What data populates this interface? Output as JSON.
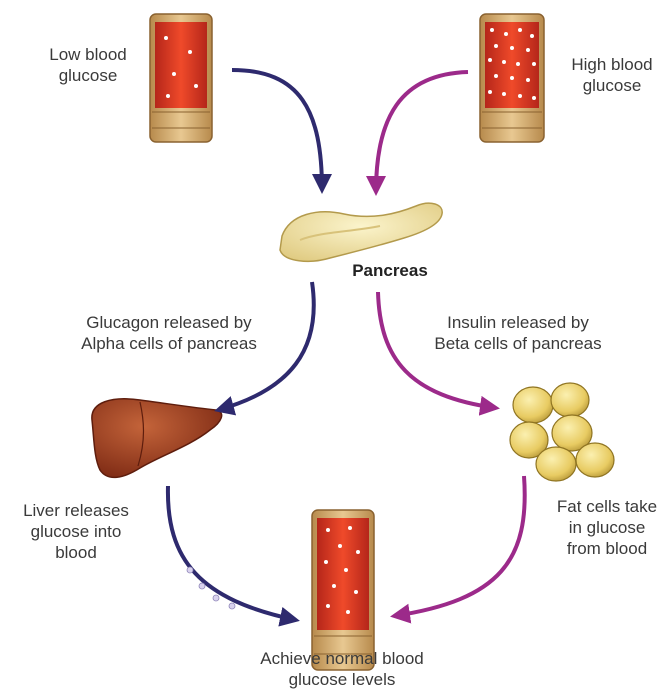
{
  "labels": {
    "low_blood_glucose": [
      "Low blood",
      "glucose"
    ],
    "high_blood_glucose": [
      "High blood",
      "glucose"
    ],
    "pancreas": "Pancreas",
    "glucagon": [
      "Glucagon released by",
      "Alpha cells of pancreas"
    ],
    "insulin": [
      "Insulin released by",
      "Beta cells of pancreas"
    ],
    "liver": [
      "Liver releases",
      "glucose into",
      "blood"
    ],
    "fat_cells": [
      "Fat cells take",
      "in glucose",
      "from blood"
    ],
    "normal": [
      "Achieve normal blood",
      "glucose levels"
    ]
  },
  "colors": {
    "dark_arrow": "#2e2a6e",
    "magenta_arrow": "#9c2a8a",
    "vessel_red": "#d9381e",
    "vessel_wall": "#d6b07a",
    "pancreas_fill": "#f3e6a6",
    "liver_fill": "#9a3a1c",
    "fat_fill": "#e9cf6c"
  },
  "icons": {
    "low_vessel": "blood-vessel-low-glucose-icon",
    "high_vessel": "blood-vessel-high-glucose-icon",
    "normal_vessel": "blood-vessel-normal-glucose-icon",
    "pancreas": "pancreas-icon",
    "liver": "liver-icon",
    "fat_cells": "fat-cells-icon"
  }
}
